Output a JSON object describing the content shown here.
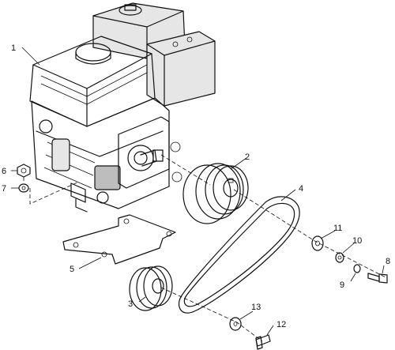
{
  "callouts": [
    {
      "id": "engine",
      "label": "1"
    },
    {
      "id": "engine-pulley",
      "label": "2"
    },
    {
      "id": "driven-pulley",
      "label": "3"
    },
    {
      "id": "belt",
      "label": "4"
    },
    {
      "id": "mount-plate",
      "label": "5"
    },
    {
      "id": "nut",
      "label": "6"
    },
    {
      "id": "washer-left",
      "label": "7"
    },
    {
      "id": "bolt-right",
      "label": "8"
    },
    {
      "id": "lock-washer",
      "label": "9"
    },
    {
      "id": "washer-small",
      "label": "10"
    },
    {
      "id": "washer-large",
      "label": "11"
    },
    {
      "id": "bolt-bottom",
      "label": "12"
    },
    {
      "id": "washer-bottom",
      "label": "13"
    }
  ]
}
